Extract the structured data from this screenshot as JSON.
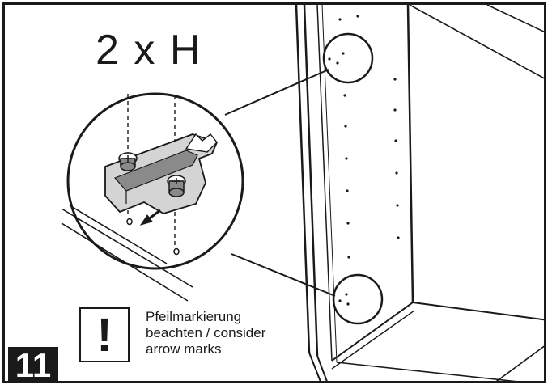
{
  "quantity_label": "2 x H",
  "step_number": "11",
  "warning": {
    "symbol": "!",
    "lines": [
      "Pfeilmarkierung",
      "beachten / consider",
      "arrow marks"
    ]
  },
  "colors": {
    "ink": "#1a1a1a",
    "paper": "#ffffff",
    "part_gray": "#8a8a8a",
    "part_light": "#d4d4d4"
  }
}
